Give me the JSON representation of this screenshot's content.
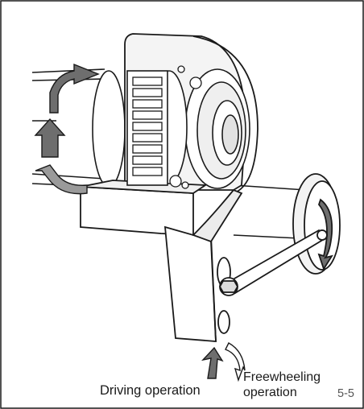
{
  "labels": {
    "driving": "Driving operation",
    "freewheeling_line1": "Freewheeling",
    "freewheeling_line2": "operation",
    "figure_number": "5-5"
  },
  "colors": {
    "stroke": "#1a1a1a",
    "arrow_fill": "#6e6e6e",
    "arrow_fill_light": "#cfcfcf",
    "body_fill": "#ffffff",
    "shade": "#e9e9e9",
    "background": "#ffffff"
  },
  "icons": {
    "rotation_arrow_shaft": "curved-arrow-icon",
    "rotation_arrow_wheel": "circular-arrow-icon",
    "swing_arrow": "swing-arrow-icon"
  }
}
